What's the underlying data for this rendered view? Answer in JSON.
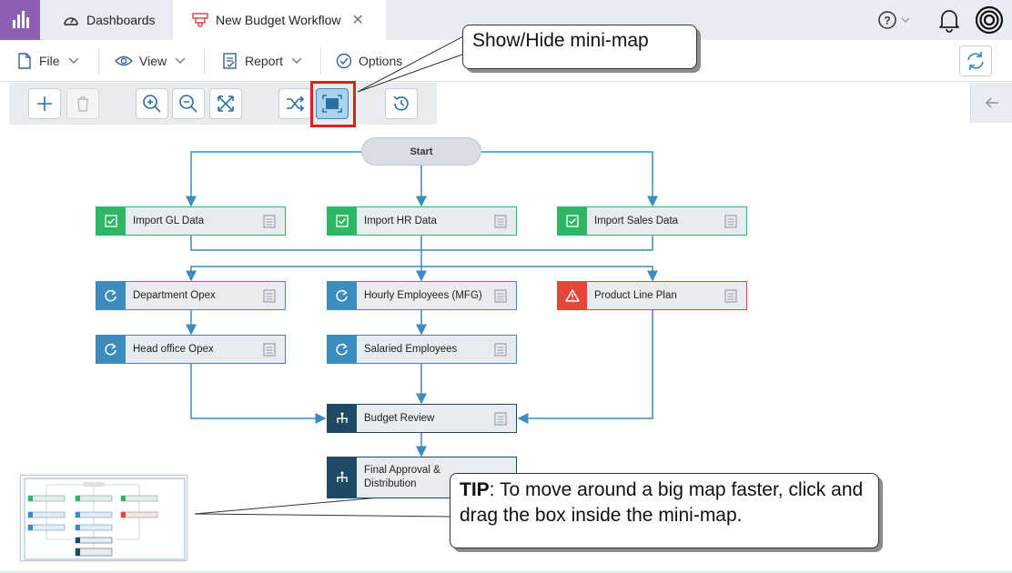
{
  "tabs": {
    "dashboards": "Dashboards",
    "workflow": "New Budget Workflow"
  },
  "menu": {
    "file": "File",
    "view": "View",
    "report": "Report",
    "options": "Options"
  },
  "help_label": "?",
  "workflow": {
    "start": "Start",
    "nodes": {
      "import_gl": "Import GL Data",
      "import_hr": "Import HR Data",
      "import_sales": "Import Sales Data",
      "dept_opex": "Department Opex",
      "hourly_emp": "Hourly Employees (MFG)",
      "product_line": "Product Line Plan",
      "head_office": "Head office Opex",
      "salaried_emp": "Salaried Employees",
      "budget_review": "Budget Review",
      "final_approval": "Final Approval & Distribution"
    }
  },
  "callouts": {
    "minimap": "Show/Hide mini-map",
    "tip_prefix": "TIP",
    "tip_text": ": To move around a big map faster, click and drag the box inside the mini-map."
  },
  "colors": {
    "brand": "#8d5fb5",
    "done": "#2fb665",
    "in_progress": "#3c8cbf",
    "error": "#e4463a",
    "review": "#1f4a66",
    "highlight": "#e0201b"
  }
}
